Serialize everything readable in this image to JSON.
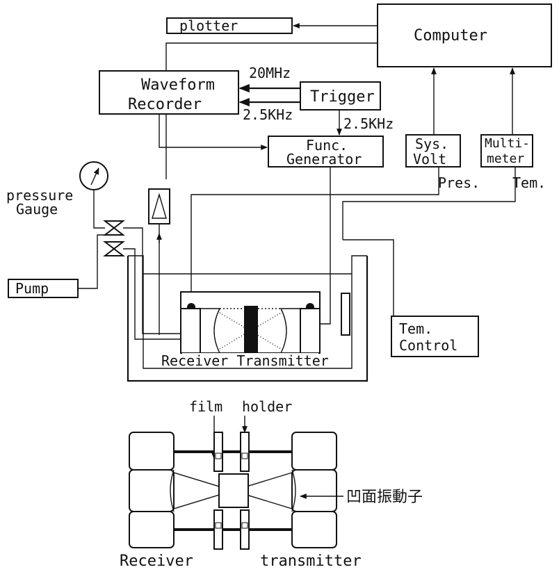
{
  "labels": {
    "plotter": "plotter",
    "computer": "Computer",
    "waveform_line1": "Waveform",
    "waveform_line2": "Recorder",
    "freq_20mhz": "20MHz",
    "freq_2_5khz_left": "2.5KHz",
    "trigger": "Trigger",
    "freq_2_5khz_down": "2.5KHz",
    "func_line1": "Func.",
    "func_line2": "Generator",
    "sysvolt_line1": "Sys.",
    "sysvolt_line2": "Volt",
    "multi_line1": "Multi-",
    "multi_line2": "meter",
    "pres": "Pres.",
    "tem": "Tem.",
    "pressure_line1": "pressure",
    "pressure_line2": "Gauge",
    "pump": "Pump",
    "tem_control_line1": "Tem.",
    "tem_control_line2": "Control",
    "receiver_transmitter": "Receiver Transmitter",
    "film": "film",
    "holder": "holder",
    "concave_transducer": "凹面振動子",
    "receiver_bottom": "Receiver",
    "transmitter_bottom": "transmitter"
  }
}
